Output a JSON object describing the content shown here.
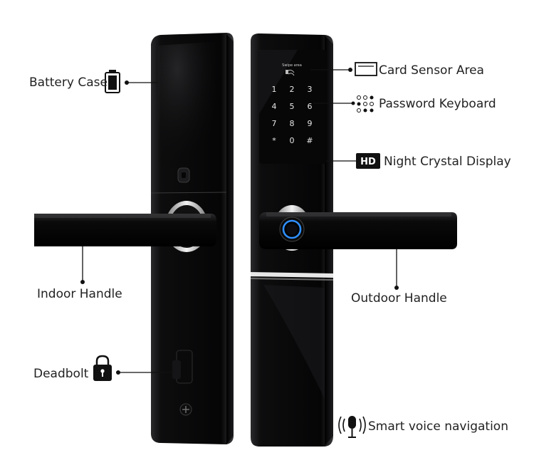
{
  "labels": {
    "battery_case": "Battery Case",
    "card_sensor_area": "Card Sensor Area",
    "password_keyboard": "Password Keyboard",
    "hd_badge": "HD",
    "night_crystal_display": "Night Crystal Display",
    "indoor_handle": "Indoor Handle",
    "outdoor_handle": "Outdoor Handle",
    "deadbolt": "Deadbolt",
    "smart_voice_navigation": "Smart voice navigation"
  },
  "lock_panel": {
    "swipe_area_text": "Swipe area",
    "keypad": [
      "1",
      "2",
      "3",
      "4",
      "5",
      "6",
      "7",
      "8",
      "9",
      "*",
      "0",
      "#"
    ]
  },
  "colors": {
    "lock_body": "#0b0b0c",
    "label_text": "#222222",
    "fingerprint_ring": "#2f8fff",
    "background": "#ffffff"
  },
  "icons": [
    "battery-icon",
    "card-icon",
    "keypad-dots-icon",
    "hd-badge-icon",
    "padlock-icon",
    "microphone-icon"
  ]
}
